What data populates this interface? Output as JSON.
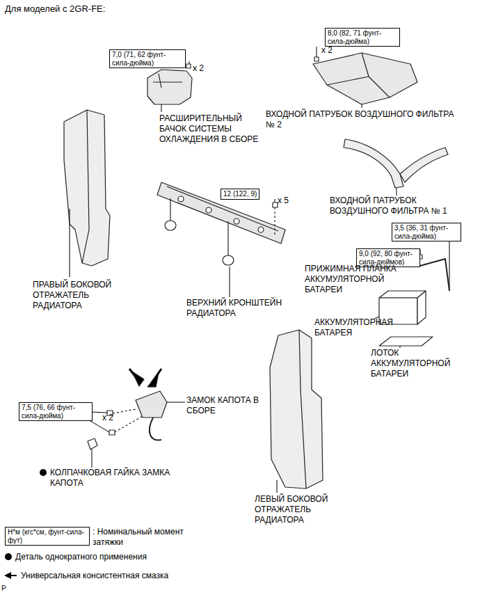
{
  "diagram": {
    "title": "Для моделей с 2GR-FE:",
    "nodes": [
      {
        "text": [
          "7,0 (71, 62 фунт-сила-дюйма)"
        ]
      },
      {
        "text": [
          "8,0 (82, 71 фунт-сила-дюйма)"
        ]
      },
      {
        "text": [
          "12 (122, 9)"
        ]
      },
      {
        "text": [
          "3,5 (36, 31 фунт-сила-дюйма)"
        ]
      },
      {
        "text": [
          "9,0 (92, 80 фунт-сила-дюймов)"
        ]
      },
      {
        "text": [
          "7,5 (76, 66 фунт-сила-дюйма)"
        ]
      },
      {
        "text": [
          "Н*м (кгс*см, фунт-сила-фут)"
        ]
      }
    ],
    "labels": [
      "x 2",
      "РАСШИРИТЕЛЬНЫЙ БАЧОК СИСТЕМЫ ОХЛАЖДЕНИЯ В СБОРЕ",
      "x 2",
      "ВХОДНОЙ ПАТРУБОК ВОЗДУШНОГО ФИЛЬТРА № 2",
      "ВХОДНОЙ ПАТРУБОК ВОЗДУШНОГО ФИЛЬТРА № 1",
      "x 5",
      "ПРИЖИМНАЯ ПЛАНКА АККУМУЛЯТОРНОЙ БАТАРЕИ",
      "АККУМУЛЯТОРНАЯ БАТАРЕЯ",
      "ЛОТОК АККУМУЛЯТОРНОЙ БАТАРЕИ",
      "ПРАВЫЙ БОКОВОЙ ОТРАЖАТЕЛЬ РАДИАТОРА",
      "ВЕРХНИЙ КРОНШТЕЙН РАДИАТОРА",
      "x 2",
      "ЗАМОК КАПОТА В СБОРЕ",
      "КОЛПАЧКОВАЯ ГАЙКА ЗАМКА КАПОТА",
      "ЛЕВЫЙ БОКОВОЙ ОТРАЖАТЕЛЬ РАДИАТОРА",
      "P"
    ],
    "legend": [
      {
        "text": ": Номинальный момент затяжки"
      },
      {
        "text": "Деталь однократного применения"
      },
      {
        "text": "Универсальная консистентная смазка"
      }
    ]
  }
}
